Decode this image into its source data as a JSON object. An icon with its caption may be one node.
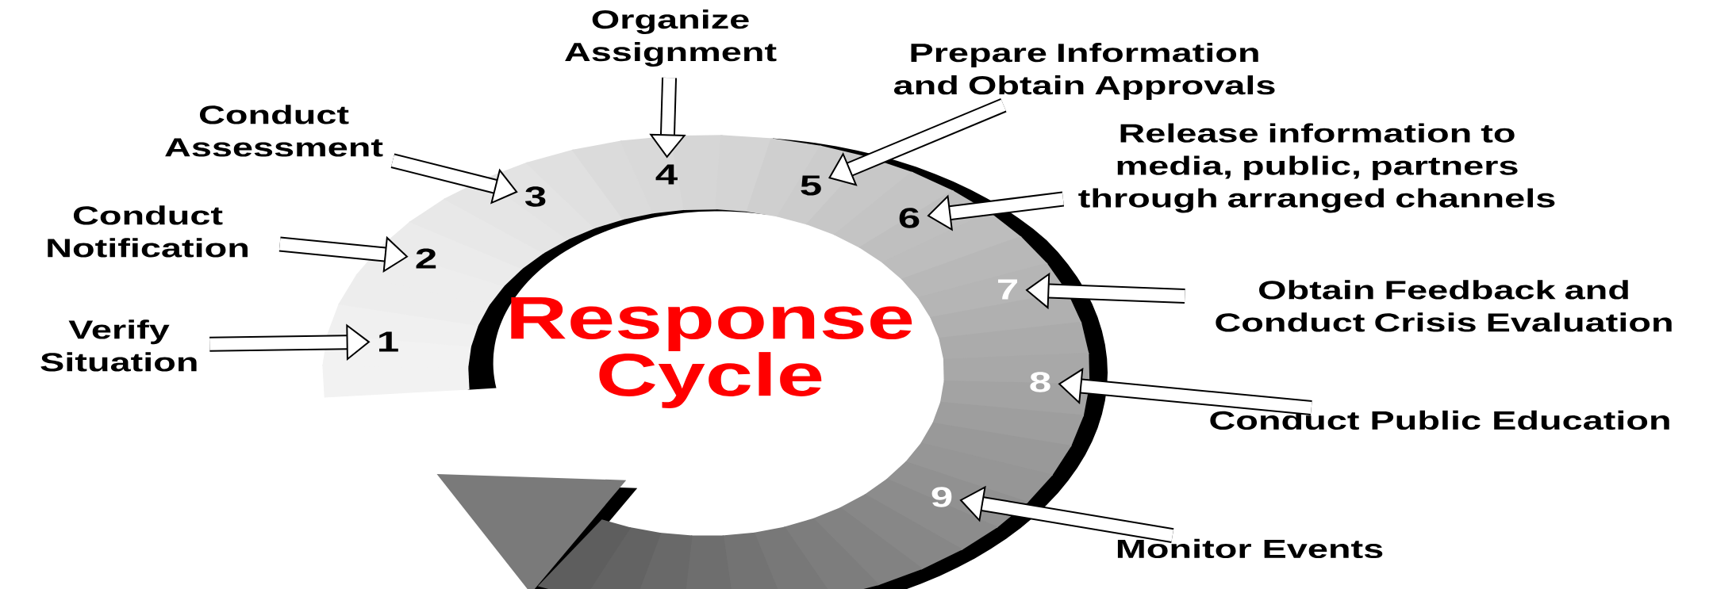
{
  "diagram": {
    "title": "Response Cycle",
    "nodes": [
      {
        "text": [
          "Verify Situation"
        ]
      },
      {
        "text": [
          "Conduct Notification"
        ]
      },
      {
        "text": [
          "Conduct Assessment"
        ]
      },
      {
        "text": [
          "Organize Assignment"
        ]
      },
      {
        "text": [
          "Prepare Information and Obtain Approvals"
        ]
      },
      {
        "text": [
          "Release information to media, public, partners through arranged channels"
        ]
      },
      {
        "text": [
          "Obtain Feedback and Conduct Crisis Evaluation"
        ]
      },
      {
        "text": [
          "Conduct Public Education"
        ]
      },
      {
        "text": [
          "Monitor Events"
        ]
      },
      {
        "text": [
          "1"
        ]
      },
      {
        "text": [
          "2"
        ]
      },
      {
        "text": [
          "3"
        ]
      },
      {
        "text": [
          "4"
        ]
      },
      {
        "text": [
          "5"
        ]
      },
      {
        "text": [
          "6"
        ]
      },
      {
        "text": [
          "7"
        ]
      },
      {
        "text": [
          "8"
        ]
      },
      {
        "text": [
          "9"
        ]
      }
    ],
    "edges": [
      {
        "from": 0,
        "to": 9,
        "arrow": "to"
      },
      {
        "from": 1,
        "to": 10,
        "arrow": "to"
      },
      {
        "from": 2,
        "to": 11,
        "arrow": "to"
      },
      {
        "from": 3,
        "to": 12,
        "arrow": "to"
      },
      {
        "from": 4,
        "to": 13,
        "arrow": "to"
      },
      {
        "from": 5,
        "to": 14,
        "arrow": "to"
      },
      {
        "from": 6,
        "to": 15,
        "arrow": "to"
      },
      {
        "from": 7,
        "to": 16,
        "arrow": "to"
      },
      {
        "from": 8,
        "to": 17,
        "arrow": "to"
      }
    ]
  }
}
